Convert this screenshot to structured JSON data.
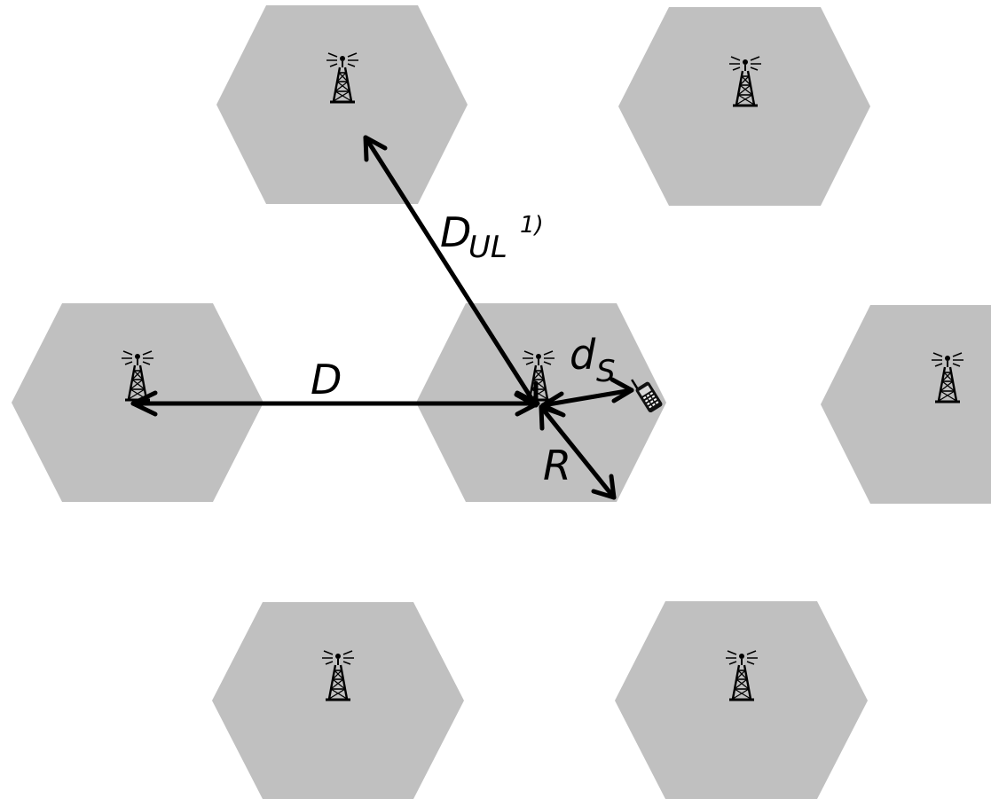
{
  "diagram": {
    "cells": [
      {
        "id": "north-west",
        "has_tower": true
      },
      {
        "id": "north-east",
        "has_tower": true
      },
      {
        "id": "west",
        "has_tower": true
      },
      {
        "id": "center",
        "has_tower": true,
        "has_phone": true
      },
      {
        "id": "east",
        "has_tower": true
      },
      {
        "id": "south-west",
        "has_tower": true
      },
      {
        "id": "south-east",
        "has_tower": true
      }
    ],
    "labels": {
      "reuse_distance": "D",
      "uplink_distance": "D",
      "uplink_subscript": "UL",
      "uplink_superscript": "1)",
      "user_distance": "d",
      "user_distance_subscript": "S",
      "cell_radius": "R"
    },
    "icons": {
      "base_station": "radio-tower-icon",
      "mobile": "mobile-phone-icon"
    },
    "colors": {
      "cell_fill": "#c0c0c0",
      "arrow": "#000000",
      "text": "#000000"
    }
  }
}
